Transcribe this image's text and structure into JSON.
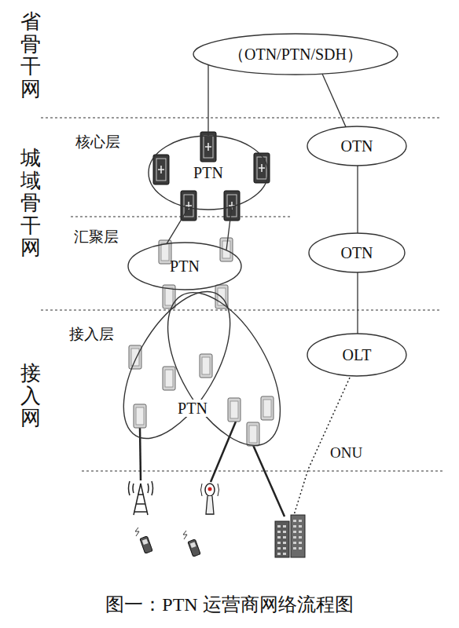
{
  "diagram": {
    "caption": "图一：PTN 运营商网络流程图",
    "nodes": [
      {
        "text": [
          "（OTN/PTN/SDH）"
        ]
      },
      {
        "text": [
          "PTN"
        ]
      },
      {
        "text": [
          "PTN"
        ]
      },
      {
        "text": [
          "PTN"
        ]
      },
      {
        "text": [
          "OTN"
        ]
      },
      {
        "text": [
          "OTN"
        ]
      },
      {
        "text": [
          "OLT"
        ]
      }
    ],
    "edges": [
      {
        "from": 0,
        "to": 1,
        "arrow": "none"
      },
      {
        "from": 0,
        "to": 4,
        "arrow": "none"
      },
      {
        "from": 1,
        "to": 2,
        "arrow": "none"
      },
      {
        "from": 1,
        "to": 2,
        "arrow": "none"
      },
      {
        "from": 4,
        "to": 5,
        "arrow": "none"
      },
      {
        "from": 5,
        "to": 6,
        "arrow": "none"
      }
    ],
    "labels": [
      "省骨干网",
      "城域骨干网",
      "接入网",
      "核心层",
      "汇聚层",
      "接入层",
      "ONU"
    ]
  }
}
